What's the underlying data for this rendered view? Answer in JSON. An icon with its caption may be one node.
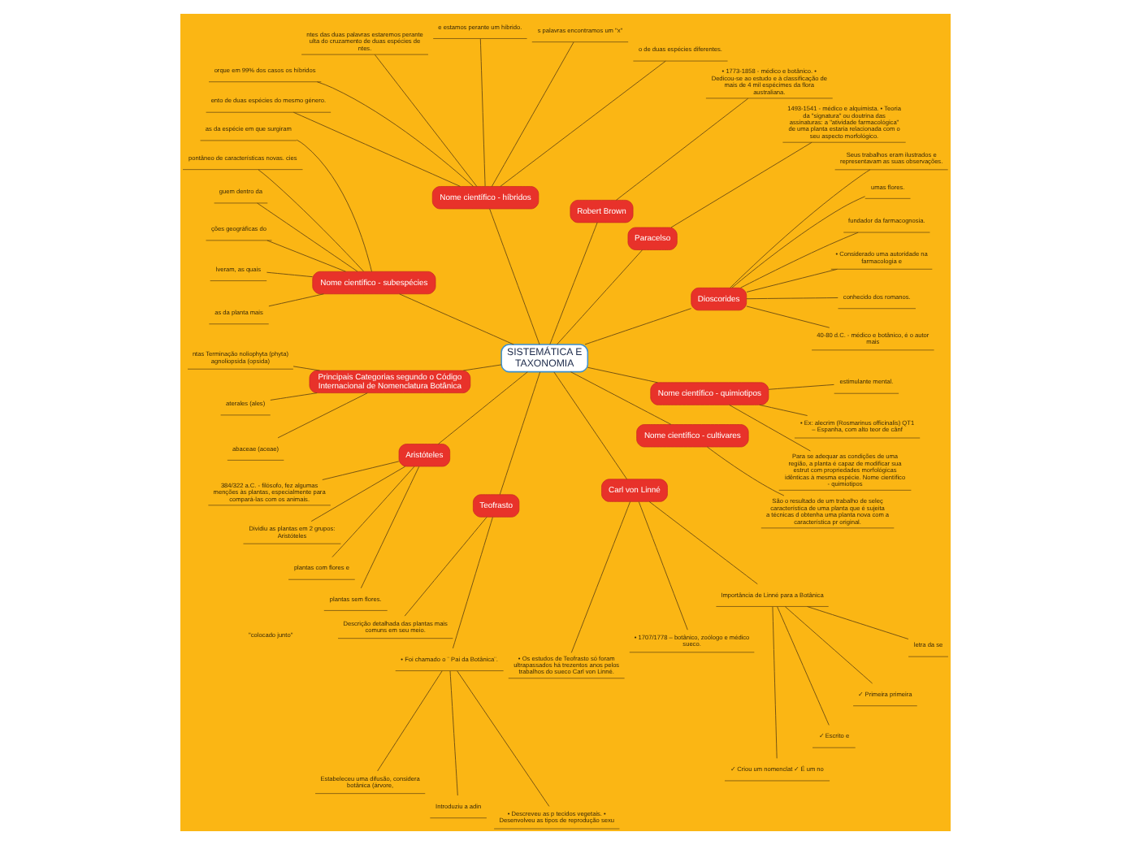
{
  "diagram": {
    "nodes": [
      {
        "text": [
          "SISTEMÁTICA E TAXONOMIA"
        ]
      },
      {
        "text": [
          "Dioscorides"
        ]
      },
      {
        "text": [
          "40-80 d.C. - médico e botânico, é o autor mais"
        ]
      },
      {
        "text": [
          "conhecido dos romanos."
        ]
      },
      {
        "text": [
          "• Considerado uma autoridade na farmacologia e"
        ]
      },
      {
        "text": [
          "fundador da farmacognosia."
        ]
      },
      {
        "text": [
          "umas flores."
        ]
      },
      {
        "text": [
          "Seus trabalhos eram ilustrados e representavam as suas observações."
        ]
      },
      {
        "text": [
          "Paracelso"
        ]
      },
      {
        "text": [
          "1493-1541 - médico e alquimista. • Teoria da \"signatura\" ou doutrina das assinaturas: a \"atividade farmacológica\" de uma planta estaria relacionada com o seu aspecto morfológico."
        ]
      },
      {
        "text": [
          "Robert Brown"
        ]
      },
      {
        "text": [
          "• 1773-1858 - médico e botânico. • Dedicou-se ao estudo e à classificação de mais de 4 mil espécimes da flora australiana."
        ]
      },
      {
        "text": [
          "Nome científico - híbridos"
        ]
      },
      {
        "text": [
          "o de duas espécies diferentes."
        ]
      },
      {
        "text": [
          "s palavras encontramos um \"x\""
        ]
      },
      {
        "text": [
          "e estamos perante um híbrido."
        ]
      },
      {
        "text": [
          "ntes das duas palavras estaremos perante ulta do cruzamento de duas espécies de ntes."
        ]
      },
      {
        "text": [
          "orque em 99% dos casos os híbridos"
        ]
      },
      {
        "text": [
          "ento de duas espécies do mesmo género."
        ]
      },
      {
        "text": [
          "Nome científico - subespécies"
        ]
      },
      {
        "text": [
          "as da espécie em que surgiram"
        ]
      },
      {
        "text": [
          "pontâneo de características novas. cies"
        ]
      },
      {
        "text": [
          "guem dentro da"
        ]
      },
      {
        "text": [
          "ções geográficas do"
        ]
      },
      {
        "text": [
          "lveram, as quais"
        ]
      },
      {
        "text": [
          "as da planta mais"
        ]
      },
      {
        "text": [
          "Principais Categorias segundo o Código Internacional de Nomenclatura Botânica"
        ]
      },
      {
        "text": [
          "ntas Terminação noliophyta (phyta) agnoliopsida (opsida)"
        ]
      },
      {
        "text": [
          "aterales (ales)"
        ]
      },
      {
        "text": [
          "abaceae (aceae)"
        ]
      },
      {
        "text": [
          "Aristóteles"
        ]
      },
      {
        "text": [
          "384/322 a.C. - filósofo, fez algumas menções às plantas, especialmente para compará-las com os animais."
        ]
      },
      {
        "text": [
          "Dividiu as plantas em 2 grupos: Aristóteles"
        ]
      },
      {
        "text": [
          "plantas com flores e"
        ]
      },
      {
        "text": [
          "plantas sem flores."
        ]
      },
      {
        "text": [
          "Teofrasto"
        ]
      },
      {
        "text": [
          "Descrição detalhada das plantas mais comuns em seu meio."
        ]
      },
      {
        "text": [
          "• Foi chamado o ¨ Pai da Botânica¨."
        ]
      },
      {
        "text": [
          "Estabeleceu uma difusão, considera botânica (árvore,"
        ]
      },
      {
        "text": [
          "Introduziu a adin"
        ]
      },
      {
        "text": [
          "• Descreveu as p tecidos vegetais. • Desenvolveu as tipos de reprodução sexu"
        ]
      },
      {
        "text": [
          "Carl von Linné"
        ]
      },
      {
        "text": [
          "• Os estudos de Teofrasto só foram ultrapassados há trezentos anos pelos trabalhos do sueco Carl von Linné."
        ]
      },
      {
        "text": [
          "• 1707/1778 – botânico, zoólogo e médico sueco."
        ]
      },
      {
        "text": [
          "Importância de Linné para a Botânica"
        ]
      },
      {
        "text": [
          "✓ Criou um nomenclat ✓ É um no"
        ]
      },
      {
        "text": [
          "✓ Escrito e"
        ]
      },
      {
        "text": [
          "✓ Primeira primeira"
        ]
      },
      {
        "text": [
          "letra da se"
        ]
      },
      {
        "text": [
          "Nome científico - cultivares"
        ]
      },
      {
        "text": [
          "São o resultado de um trabalho de seleç característica de uma planta que é sujeita a técnicas d obtenha uma planta nova com a característica pr original."
        ]
      },
      {
        "text": [
          "Nome científico - quimiotipos"
        ]
      },
      {
        "text": [
          "Para se adequar as condições de uma região, a planta é capaz de modificar sua estrut com propriedades morfológicas idênticas à mesma espécie. Nome científico - quimiotipos"
        ]
      },
      {
        "text": [
          "• Ex: alecrim (Rosmarinus officinalis) QT1 – Espanha, com alto teor de cânf"
        ]
      },
      {
        "text": [
          "estimulante mental."
        ]
      }
    ],
    "edges": [
      {
        "from": 0,
        "to": 1,
        "arrow": "none"
      },
      {
        "from": 1,
        "to": 2,
        "arrow": "none"
      },
      {
        "from": 1,
        "to": 3,
        "arrow": "none"
      },
      {
        "from": 1,
        "to": 4,
        "arrow": "none"
      },
      {
        "from": 1,
        "to": 5,
        "arrow": "none"
      },
      {
        "from": 1,
        "to": 6,
        "arrow": "none"
      },
      {
        "from": 1,
        "to": 7,
        "arrow": "none"
      },
      {
        "from": 0,
        "to": 8,
        "arrow": "none"
      },
      {
        "from": 8,
        "to": 9,
        "arrow": "none"
      },
      {
        "from": 0,
        "to": 10,
        "arrow": "none"
      },
      {
        "from": 10,
        "to": 11,
        "arrow": "none"
      },
      {
        "from": 0,
        "to": 12,
        "arrow": "none"
      },
      {
        "from": 12,
        "to": 13,
        "arrow": "none"
      },
      {
        "from": 12,
        "to": 14,
        "arrow": "none"
      },
      {
        "from": 12,
        "to": 15,
        "arrow": "none"
      },
      {
        "from": 12,
        "to": 16,
        "arrow": "none"
      },
      {
        "from": 12,
        "to": 17,
        "arrow": "none"
      },
      {
        "from": 12,
        "to": 18,
        "arrow": "none"
      },
      {
        "from": 0,
        "to": 19,
        "arrow": "none"
      },
      {
        "from": 19,
        "to": 20,
        "arrow": "none"
      },
      {
        "from": 19,
        "to": 21,
        "arrow": "none"
      },
      {
        "from": 19,
        "to": 22,
        "arrow": "none"
      },
      {
        "from": 19,
        "to": 23,
        "arrow": "none"
      },
      {
        "from": 19,
        "to": 24,
        "arrow": "none"
      },
      {
        "from": 19,
        "to": 25,
        "arrow": "none"
      },
      {
        "from": 0,
        "to": 26,
        "arrow": "none"
      },
      {
        "from": 26,
        "to": 27,
        "arrow": "none"
      },
      {
        "from": 26,
        "to": 28,
        "arrow": "none"
      },
      {
        "from": 26,
        "to": 29,
        "arrow": "none"
      },
      {
        "from": 0,
        "to": 30,
        "arrow": "none"
      },
      {
        "from": 30,
        "to": 31,
        "arrow": "none"
      },
      {
        "from": 30,
        "to": 32,
        "arrow": "none"
      },
      {
        "from": 30,
        "to": 33,
        "arrow": "none"
      },
      {
        "from": 30,
        "to": 34,
        "arrow": "none"
      },
      {
        "from": 0,
        "to": 35,
        "arrow": "none"
      },
      {
        "from": 35,
        "to": 36,
        "arrow": "none"
      },
      {
        "from": 35,
        "to": 37,
        "arrow": "none"
      },
      {
        "from": 37,
        "to": 38,
        "arrow": "none"
      },
      {
        "from": 37,
        "to": 39,
        "arrow": "none"
      },
      {
        "from": 37,
        "to": 40,
        "arrow": "none"
      },
      {
        "from": 0,
        "to": 41,
        "arrow": "none"
      },
      {
        "from": 41,
        "to": 42,
        "arrow": "none"
      },
      {
        "from": 41,
        "to": 43,
        "arrow": "none"
      },
      {
        "from": 41,
        "to": 44,
        "arrow": "none"
      },
      {
        "from": 44,
        "to": 45,
        "arrow": "none"
      },
      {
        "from": 44,
        "to": 46,
        "arrow": "none"
      },
      {
        "from": 44,
        "to": 47,
        "arrow": "none"
      },
      {
        "from": 44,
        "to": 48,
        "arrow": "none"
      },
      {
        "from": 0,
        "to": 49,
        "arrow": "none"
      },
      {
        "from": 49,
        "to": 50,
        "arrow": "none"
      },
      {
        "from": 0,
        "to": 51,
        "arrow": "none"
      },
      {
        "from": 51,
        "to": 52,
        "arrow": "none"
      },
      {
        "from": 51,
        "to": 53,
        "arrow": "none"
      },
      {
        "from": 51,
        "to": 54,
        "arrow": "none"
      }
    ],
    "labels": [
      "\"colocado junto\""
    ]
  }
}
